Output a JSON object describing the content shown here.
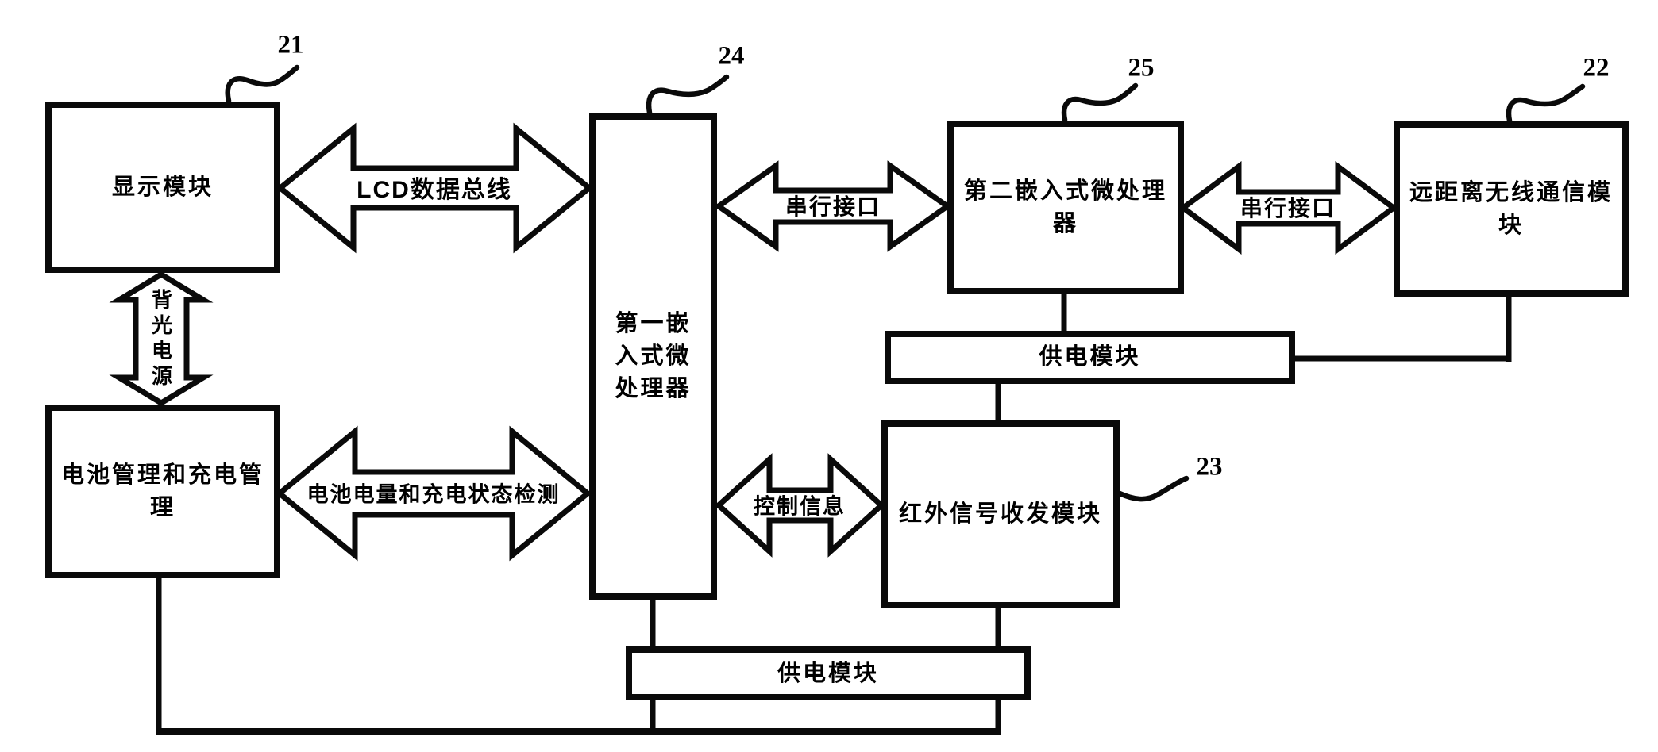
{
  "blocks": {
    "display": "显示模块",
    "battery": "电池管理和充电管理",
    "mcu1": "第一嵌入式微处理器",
    "mcu2": "第二嵌入式微处理器",
    "wireless": "远距离无线通信模块",
    "infrared": "红外信号收发模块",
    "power_right": "供电模块",
    "power_bottom": "供电模块"
  },
  "arrows": {
    "lcd_bus": "LCD数据总线",
    "battery_status": "电池电量和充电状态检测",
    "serial_1": "串行接口",
    "serial_2": "串行接口",
    "control": "控制信息",
    "backlight": "背光电源"
  },
  "refs": {
    "display": "21",
    "wireless": "22",
    "infrared": "23",
    "mcu1": "24",
    "mcu2": "25"
  },
  "colors": {
    "ink": "#0a0a0a",
    "paper": "#ffffff"
  }
}
